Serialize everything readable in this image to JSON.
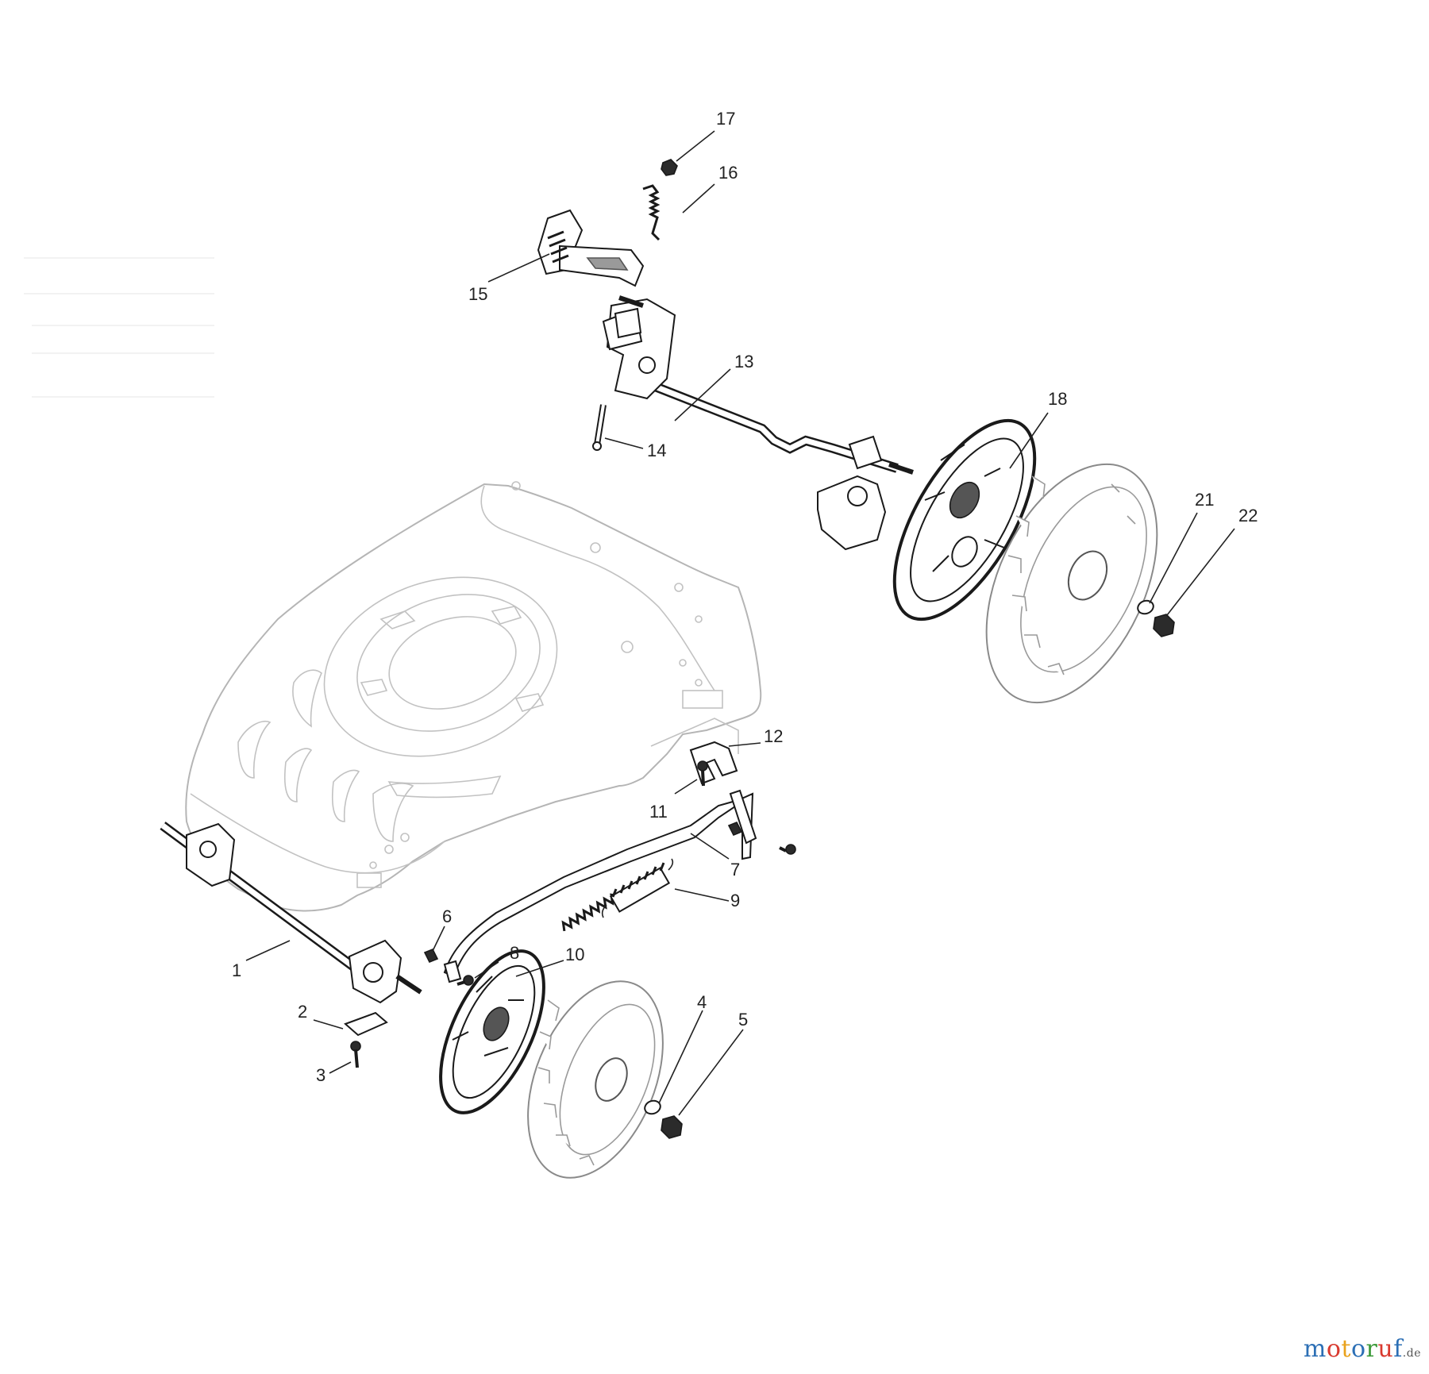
{
  "callouts": [
    {
      "id": "1",
      "label": "1"
    },
    {
      "id": "2",
      "label": "2"
    },
    {
      "id": "3",
      "label": "3"
    },
    {
      "id": "4",
      "label": "4"
    },
    {
      "id": "5",
      "label": "5"
    },
    {
      "id": "6",
      "label": "6"
    },
    {
      "id": "7",
      "label": "7"
    },
    {
      "id": "8",
      "label": "8"
    },
    {
      "id": "9",
      "label": "9"
    },
    {
      "id": "10",
      "label": "10"
    },
    {
      "id": "11",
      "label": "11"
    },
    {
      "id": "12",
      "label": "12"
    },
    {
      "id": "13",
      "label": "13"
    },
    {
      "id": "14",
      "label": "14"
    },
    {
      "id": "15",
      "label": "15"
    },
    {
      "id": "16",
      "label": "16"
    },
    {
      "id": "17",
      "label": "17"
    },
    {
      "id": "18",
      "label": "18"
    },
    {
      "id": "21",
      "label": "21"
    },
    {
      "id": "22",
      "label": "22"
    }
  ],
  "watermark": {
    "m": "m",
    "o1": "o",
    "t": "t",
    "o2": "o",
    "r": "r",
    "u": "u",
    "f": "f",
    "dom": ".de",
    "colors": {
      "m": "#2c6fb5",
      "o1": "#d93a2f",
      "t": "#e9a21c",
      "o2": "#2c6fb5",
      "r": "#3c9a3a",
      "u": "#d93a2f",
      "f": "#2c6fb5",
      "dom": "#555555"
    }
  }
}
